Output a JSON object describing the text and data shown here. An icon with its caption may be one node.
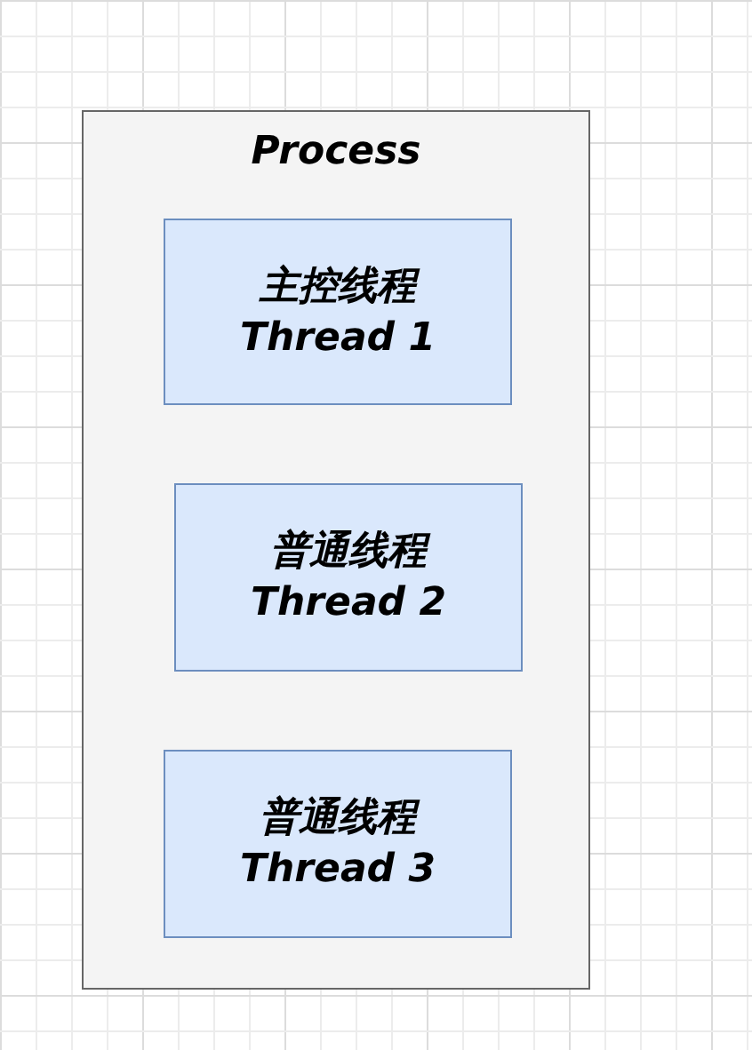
{
  "diagram": {
    "nodes": [
      {
        "text": [
          "Process"
        ]
      },
      {
        "text": [
          "主控线程",
          "Thread 1"
        ],
        "in": 0
      },
      {
        "text": [
          "普通线程",
          "Thread 2"
        ],
        "in": 0
      },
      {
        "text": [
          "普通线程",
          "Thread 3"
        ],
        "in": 0
      }
    ]
  }
}
